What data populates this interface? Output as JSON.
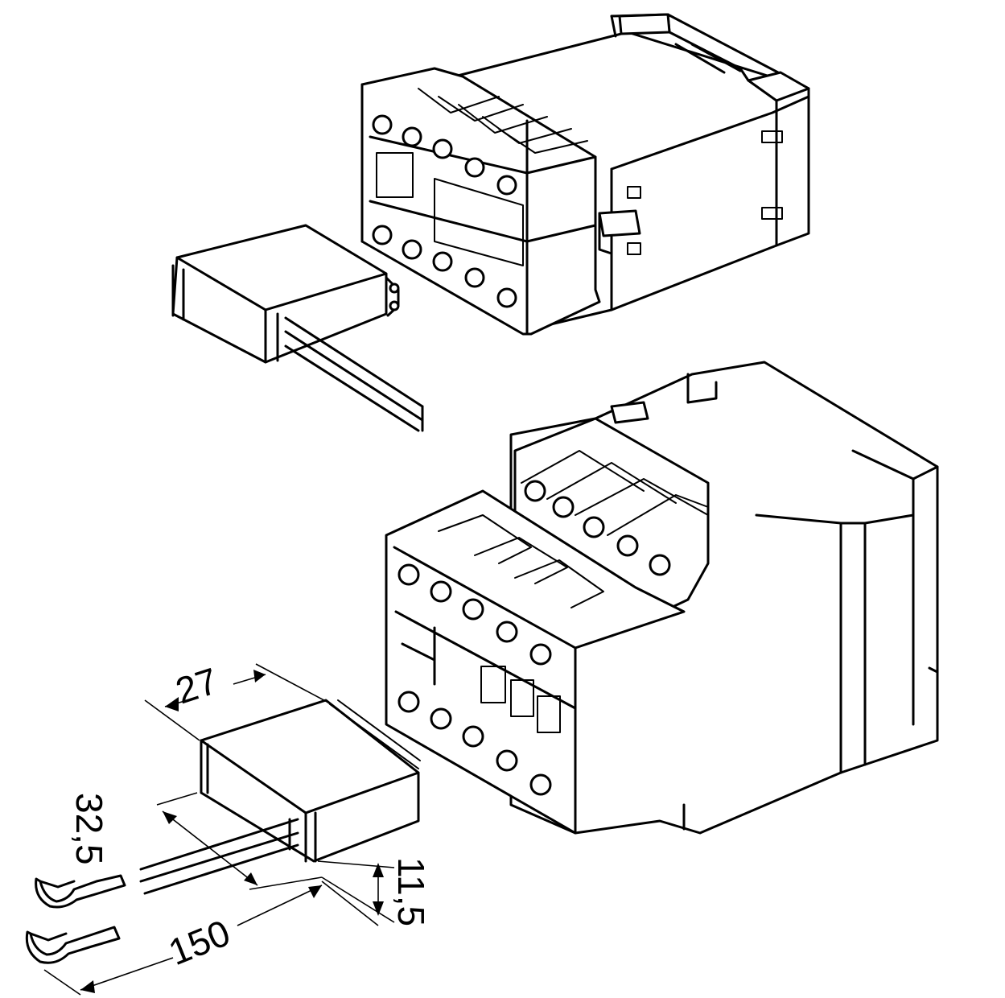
{
  "dimensions": {
    "width_label": "27",
    "depth_label": "32,5",
    "height_label": "11,5",
    "lead_length_label": "150"
  },
  "colors": {
    "line": "#000000",
    "background": "#ffffff"
  }
}
